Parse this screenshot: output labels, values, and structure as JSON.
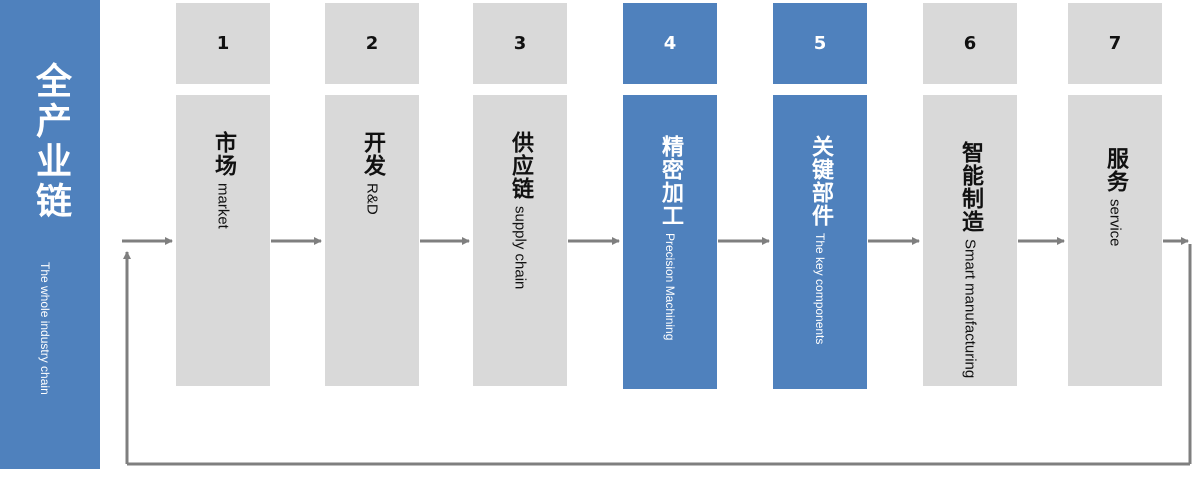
{
  "side": {
    "title_zh": "全产业链",
    "title_en": "The whole industry chain"
  },
  "steps": [
    {
      "num": "1",
      "zh": "市场",
      "en": "market",
      "highlight": false
    },
    {
      "num": "2",
      "zh": "开发",
      "en": "R&D",
      "highlight": false
    },
    {
      "num": "3",
      "zh": "供应链",
      "en": "supply chain",
      "highlight": false
    },
    {
      "num": "4",
      "zh": "精密加工",
      "en": "Precision Machining",
      "highlight": true
    },
    {
      "num": "5",
      "zh": "关键部件",
      "en": "The key components",
      "highlight": true
    },
    {
      "num": "6",
      "zh": "智能制造",
      "en": "Smart manufacturing",
      "highlight": false
    },
    {
      "num": "7",
      "zh": "服务",
      "en": "service",
      "highlight": false
    }
  ],
  "colors": {
    "accent": "#4f81bd",
    "neutral": "#d9d9d9",
    "arrow": "#7f7f7f"
  }
}
